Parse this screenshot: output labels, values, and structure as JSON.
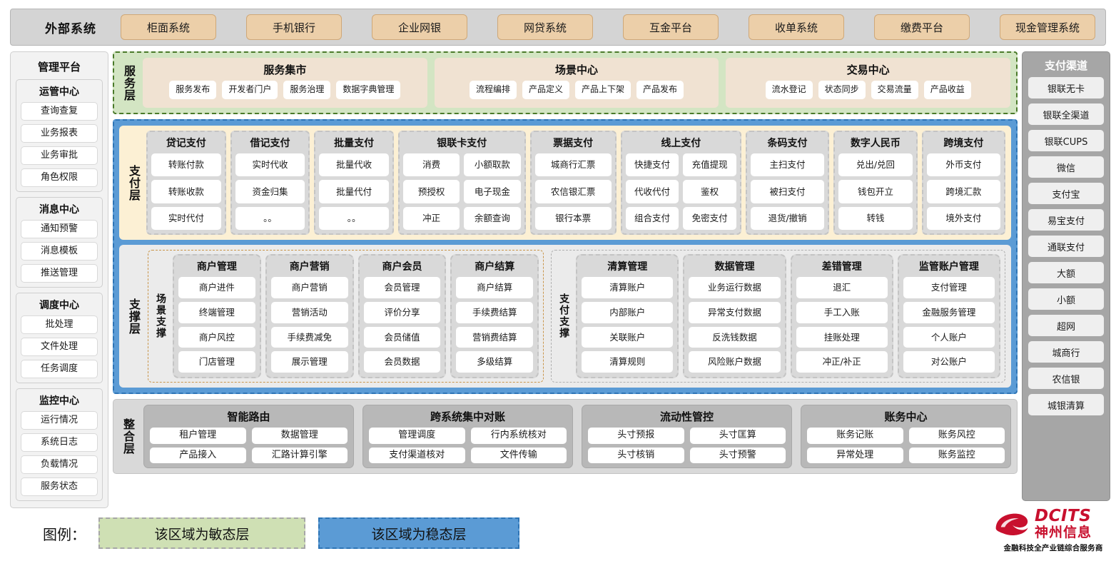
{
  "external": {
    "title": "外部系统",
    "systems": [
      "柜面系统",
      "手机银行",
      "企业网银",
      "网贷系统",
      "互金平台",
      "收单系统",
      "缴费平台",
      "现金管理系统"
    ]
  },
  "management": {
    "title": "管理平台",
    "groups": [
      {
        "title": "运管中心",
        "items": [
          "查询查复",
          "业务报表",
          "业务审批",
          "角色权限"
        ]
      },
      {
        "title": "消息中心",
        "items": [
          "通知预警",
          "消息模板",
          "推送管理"
        ]
      },
      {
        "title": "调度中心",
        "items": [
          "批处理",
          "文件处理",
          "任务调度"
        ]
      },
      {
        "title": "监控中心",
        "items": [
          "运行情况",
          "系统日志",
          "负载情况",
          "服务状态"
        ]
      }
    ]
  },
  "channels": {
    "title": "支付渠道",
    "items": [
      "银联无卡",
      "银联全渠道",
      "银联CUPS",
      "微信",
      "支付宝",
      "易宝支付",
      "通联支付",
      "大额",
      "小额",
      "超网",
      "城商行",
      "农信银",
      "城银清算"
    ]
  },
  "service_layer": {
    "label": "服务层",
    "groups": [
      {
        "title": "服务集市",
        "items": [
          "服务发布",
          "开发者门户",
          "服务治理",
          "数据字典管理"
        ]
      },
      {
        "title": "场景中心",
        "items": [
          "流程编排",
          "产品定义",
          "产品上下架",
          "产品发布"
        ]
      },
      {
        "title": "交易中心",
        "items": [
          "流水登记",
          "状态同步",
          "交易流量",
          "产品收益"
        ]
      }
    ]
  },
  "payment_layer": {
    "label": "支付层",
    "groups": [
      {
        "title": "贷记支付",
        "cols": 1,
        "rows": [
          [
            "转账付款"
          ],
          [
            "转账收款"
          ],
          [
            "实时代付"
          ]
        ]
      },
      {
        "title": "借记支付",
        "cols": 1,
        "rows": [
          [
            "实时代收"
          ],
          [
            "资金归集"
          ],
          [
            "。。"
          ]
        ]
      },
      {
        "title": "批量支付",
        "cols": 1,
        "rows": [
          [
            "批量代收"
          ],
          [
            "批量代付"
          ],
          [
            "。。"
          ]
        ]
      },
      {
        "title": "银联卡支付",
        "cols": 2,
        "rows": [
          [
            "消费",
            "小额取款"
          ],
          [
            "预授权",
            "电子现金"
          ],
          [
            "冲正",
            "余额查询"
          ]
        ]
      },
      {
        "title": "票据支付",
        "cols": 1,
        "rows": [
          [
            "城商行汇票"
          ],
          [
            "农信银汇票"
          ],
          [
            "银行本票"
          ]
        ]
      },
      {
        "title": "线上支付",
        "cols": 2,
        "rows": [
          [
            "快捷支付",
            "充值提现"
          ],
          [
            "代收代付",
            "鉴权"
          ],
          [
            "组合支付",
            "免密支付"
          ]
        ]
      },
      {
        "title": "条码支付",
        "cols": 1,
        "rows": [
          [
            "主扫支付"
          ],
          [
            "被扫支付"
          ],
          [
            "退货/撤销"
          ]
        ]
      },
      {
        "title": "数字人民币",
        "cols": 1,
        "rows": [
          [
            "兑出/兑回"
          ],
          [
            "钱包开立"
          ],
          [
            "转钱"
          ]
        ]
      },
      {
        "title": "跨境支付",
        "cols": 1,
        "rows": [
          [
            "外币支付"
          ],
          [
            "跨境汇款"
          ],
          [
            "境外支付"
          ]
        ]
      }
    ]
  },
  "support_layer": {
    "label": "支撑层",
    "halves": [
      {
        "label": "场景支撑",
        "groups": [
          {
            "title": "商户管理",
            "items": [
              "商户进件",
              "终端管理",
              "商户风控",
              "门店管理"
            ]
          },
          {
            "title": "商户营销",
            "items": [
              "商户营销",
              "营销活动",
              "手续费减免",
              "展示管理"
            ]
          },
          {
            "title": "商户会员",
            "items": [
              "会员管理",
              "评价分享",
              "会员储值",
              "会员数据"
            ]
          },
          {
            "title": "商户结算",
            "items": [
              "商户结算",
              "手续费结算",
              "营销费结算",
              "多级结算"
            ]
          }
        ]
      },
      {
        "label": "支付支撑",
        "groups": [
          {
            "title": "清算管理",
            "items": [
              "清算账户",
              "内部账户",
              "关联账户",
              "清算规则"
            ]
          },
          {
            "title": "数据管理",
            "items": [
              "业务运行数据",
              "异常支付数据",
              "反洗钱数据",
              "风险账户数据"
            ]
          },
          {
            "title": "差错管理",
            "items": [
              "退汇",
              "手工入账",
              "挂账处理",
              "冲正/补正"
            ]
          },
          {
            "title": "监管账户管理",
            "items": [
              "支付管理",
              "金融服务管理",
              "个人账户",
              "对公账户"
            ]
          }
        ]
      }
    ]
  },
  "integration_layer": {
    "label": "整合层",
    "groups": [
      {
        "title": "智能路由",
        "rows": [
          [
            "租户管理",
            "数据管理"
          ],
          [
            "产品接入",
            "汇路计算引擎"
          ]
        ]
      },
      {
        "title": "跨系统集中对账",
        "rows": [
          [
            "管理调度",
            "行内系统核对"
          ],
          [
            "支付渠道核对",
            "文件传输"
          ]
        ]
      },
      {
        "title": "流动性管控",
        "rows": [
          [
            "头寸预报",
            "头寸匡算"
          ],
          [
            "头寸核销",
            "头寸预警"
          ]
        ]
      },
      {
        "title": "账务中心",
        "rows": [
          [
            "账务记账",
            "账务风控"
          ],
          [
            "异常处理",
            "账务监控"
          ]
        ]
      }
    ]
  },
  "legend": {
    "label": "图例：",
    "agile_text": "该区域为敏态层",
    "stable_text": "该区域为稳态层",
    "agile_color": "#cfe0b4",
    "stable_color": "#5b9bd5"
  },
  "logo": {
    "en": "DCITS",
    "cn": "神州信息",
    "tagline": "金融科技全产业链综合服务商",
    "brand_color": "#c8102e"
  }
}
